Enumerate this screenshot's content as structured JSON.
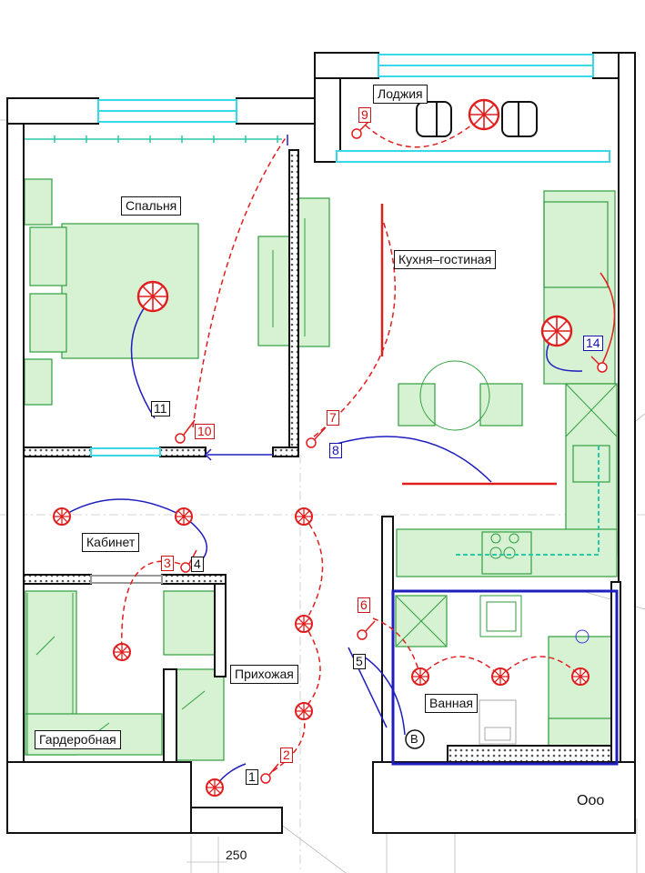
{
  "rooms": {
    "loggia": "Лоджия",
    "bedroom": "Спальня",
    "kitchen_living": "Кухня–гостиная",
    "study": "Кабинет",
    "hall": "Прихожая",
    "bathroom": "Ванная",
    "wardrobe": "Гардеробная"
  },
  "switch_numbers": [
    "1",
    "2",
    "3",
    "4",
    "5",
    "6",
    "7",
    "8",
    "9",
    "10",
    "11",
    "14"
  ],
  "marks": {
    "ventilation": "В",
    "wall_label": "Ооо",
    "dimension": "250"
  },
  "colors": {
    "wall": "#111111",
    "furniture_fill": "#d7f2d3",
    "furniture_stroke": "#2e9e3e",
    "light": "#e01e1e",
    "wiring_red": "#e01e1e",
    "wiring_blue": "#1e1ebe",
    "window": "#38d8e8"
  }
}
